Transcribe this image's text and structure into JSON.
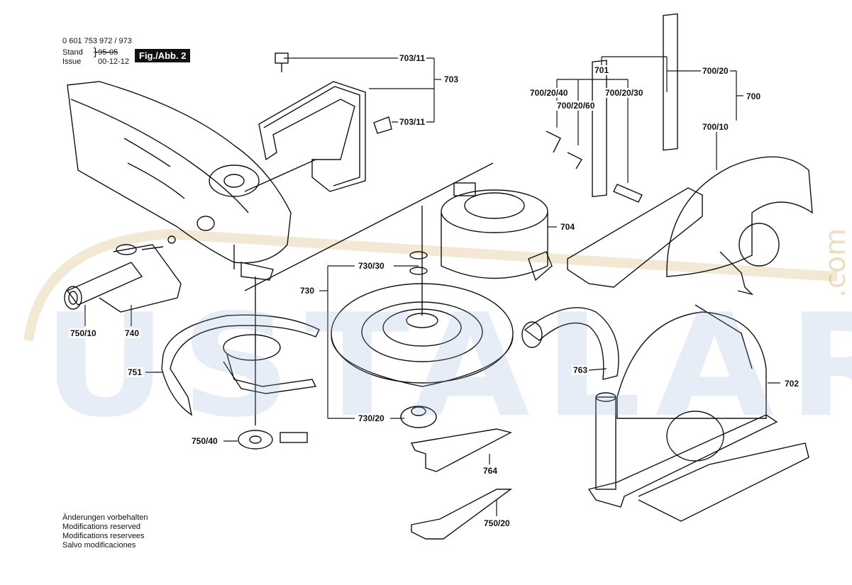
{
  "header": {
    "doc_number": "0 601 753 972 / 973",
    "stand_label": "Stand",
    "issue_label": "Issue",
    "issue_date": "00-12-12",
    "figure_label": "Fig./Abb. 2"
  },
  "notes": [
    "Änderungen vorbehalten",
    "Modifications reserved",
    "Modifications reservees",
    "Salvo modificaciones"
  ],
  "watermark": {
    "text": "USTALARA",
    "suffix": ".com"
  },
  "part_labels": {
    "p703_11_a": "703/11",
    "p703": "703",
    "p703_11_b": "703/11",
    "p701": "701",
    "p700_20": "700/20",
    "p700_20_40": "700/20/40",
    "p700_20_30": "700/20/30",
    "p700_20_60": "700/20/60",
    "p700": "700",
    "p700_10": "700/10",
    "p704": "704",
    "p730_30": "730/30",
    "p730": "730",
    "p730_20": "730/20",
    "p750_10": "750/10",
    "p740": "740",
    "p751": "751",
    "p750_40": "750/40",
    "p763": "763",
    "p702": "702",
    "p764": "764",
    "p750_20": "750/20"
  },
  "colors": {
    "ink": "#111111",
    "watermark_blue": "#8cafd7",
    "watermark_tan": "#d7b478"
  }
}
